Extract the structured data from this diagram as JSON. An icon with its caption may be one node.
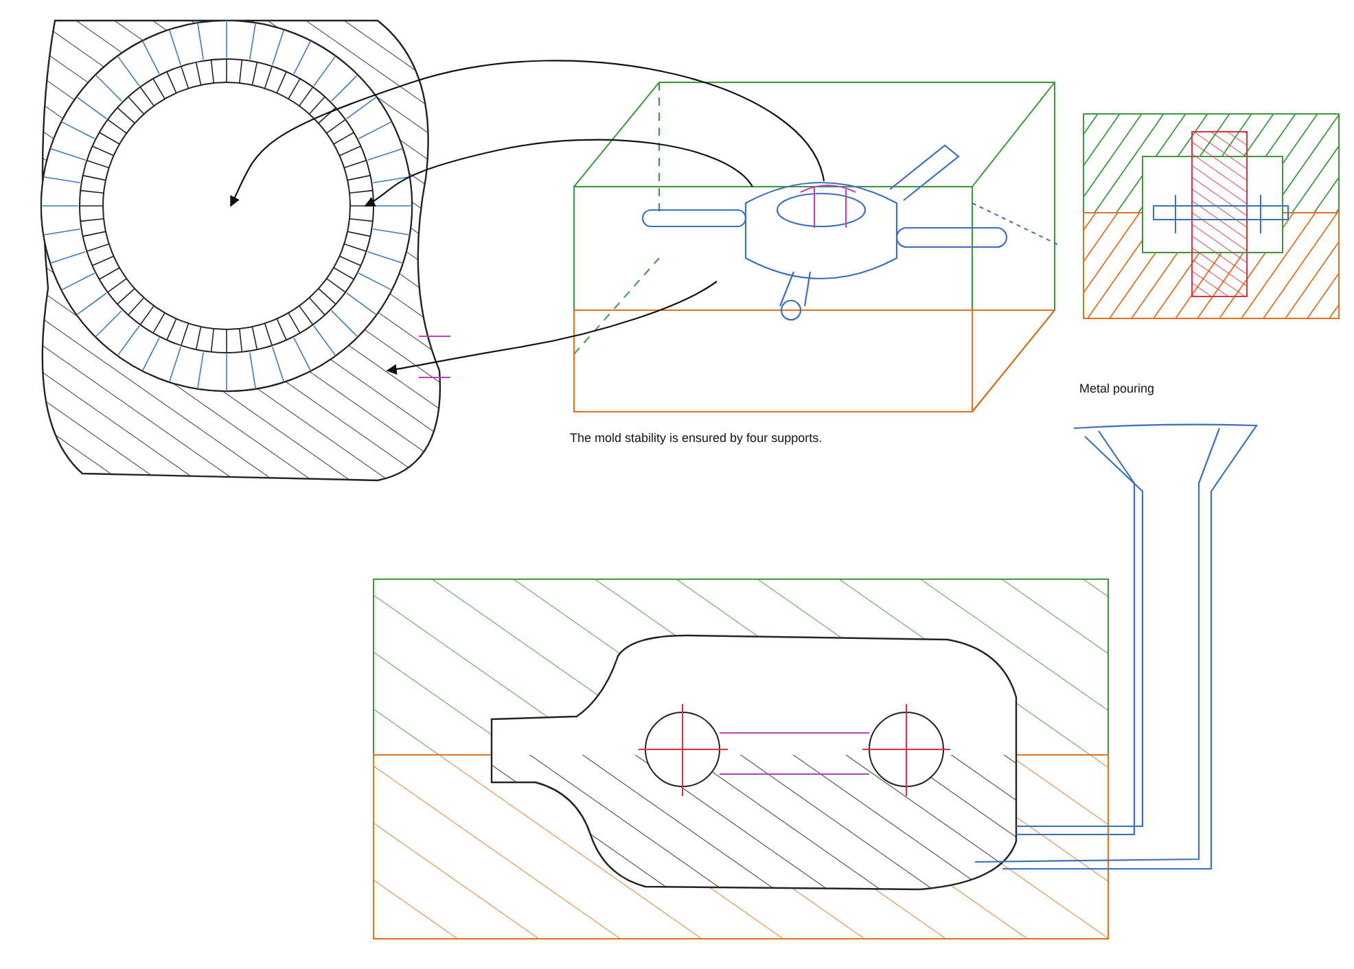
{
  "diagram": {
    "nodes": [
      {
        "text": [],
        "shape": "picture"
      },
      {
        "text": [],
        "shape": "picture"
      },
      {
        "text": [],
        "shape": "picture"
      },
      {
        "text": [],
        "shape": "picture"
      }
    ],
    "edges": [
      {
        "from": 1,
        "to": 0,
        "arrow": "to"
      },
      {
        "from": 1,
        "to": 0,
        "arrow": "to"
      },
      {
        "from": 1,
        "to": 0,
        "arrow": "to"
      }
    ],
    "labels": [
      "The mold stability is ensured by four supports.",
      "Metal pouring"
    ]
  }
}
